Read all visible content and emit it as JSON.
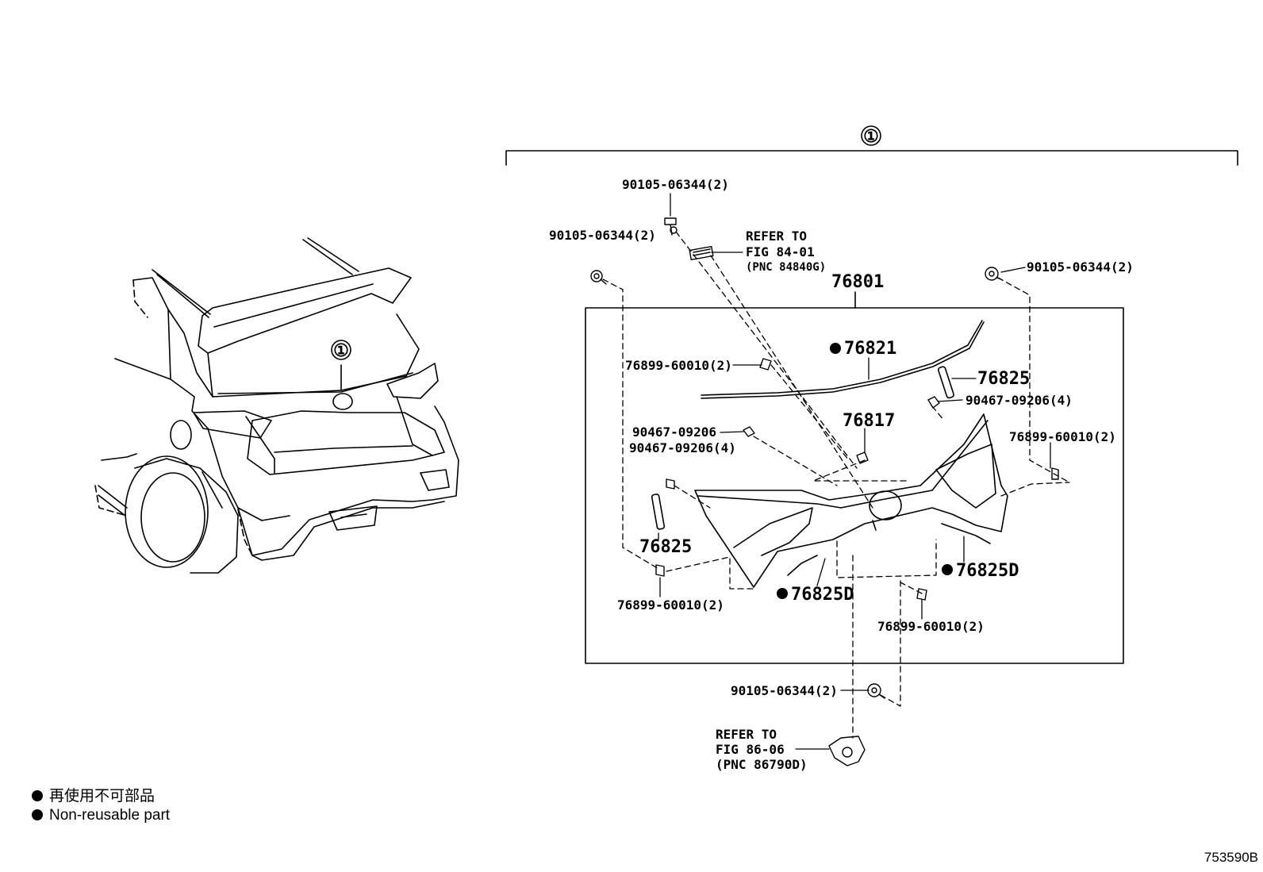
{
  "callout": "①",
  "car_callout": "①",
  "assembly_number": "76801",
  "labels": {
    "screw_top": "90105-06344(2)",
    "screw_left": "90105-06344(2)",
    "screw_right": "90105-06344(2)",
    "screw_bottom": "90105-06344(2)",
    "refer_top_1": "REFER TO",
    "refer_top_2": "FIG 84-01",
    "refer_top_3": "(PNC 84840G)",
    "refer_bottom_1": "REFER TO",
    "refer_bottom_2": "FIG 86-06",
    "refer_bottom_3": "(PNC 86790D)",
    "clip_upper_left": "76899-60010(2)",
    "clip_right": "76899-60010(2)",
    "clip_lower_left": "76899-60010(2)",
    "clip_lower_right": "76899-60010(2)",
    "part_76821": "76821",
    "part_76825_upper": "76825",
    "part_76825_lower": "76825",
    "nut_4": "90467-09206(4)",
    "nut_left_1": "90467-09206",
    "nut_left_2": "90467-09206(4)",
    "part_76817": "76817",
    "part_76825d_right": "76825D",
    "part_76825d_left": "76825D"
  },
  "legend": {
    "ja": "再使用不可部品",
    "en": "Non-reusable part"
  },
  "figure_id": "753590B"
}
